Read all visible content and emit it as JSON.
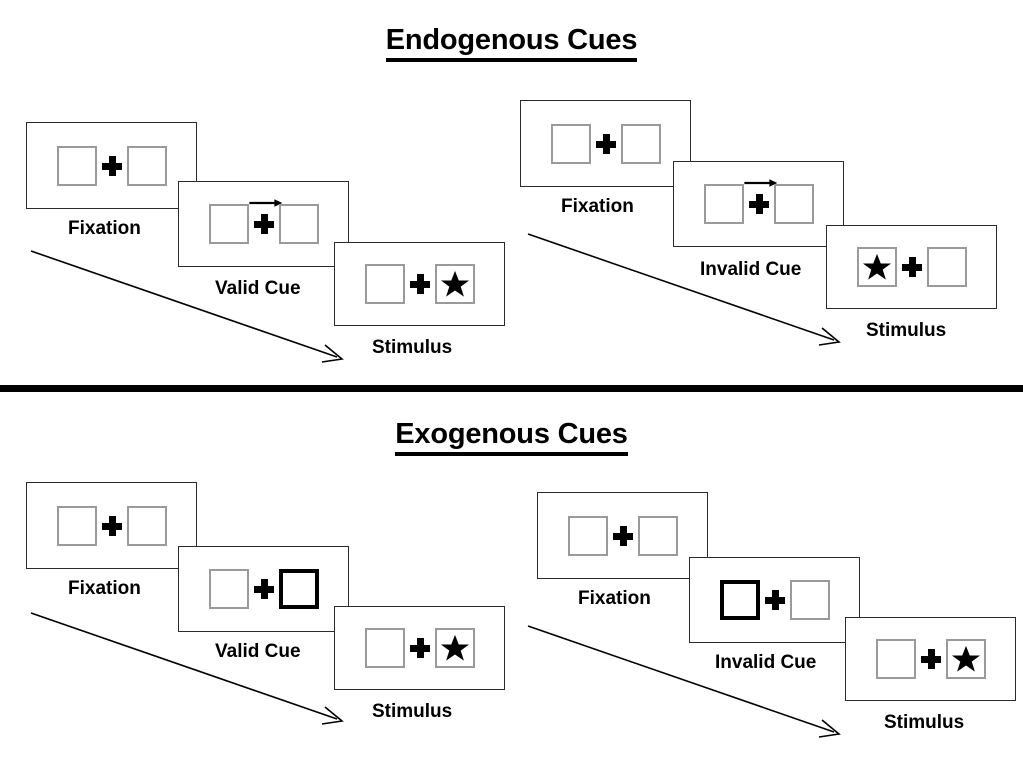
{
  "figure": {
    "title_top": "Endogenous Cues",
    "title_bottom": "Exogenous Cues"
  },
  "sections": [
    {
      "id": "endogenous",
      "title": "Endogenous Cues",
      "sequences": [
        {
          "id": "endogenous-valid",
          "panels": [
            {
              "caption": "Fixation",
              "left_box": "empty",
              "right_box": "empty",
              "cue": "none",
              "center": "plus"
            },
            {
              "caption": "Valid Cue",
              "left_box": "empty",
              "right_box": "empty",
              "cue": "arrow-right",
              "center": "plus"
            },
            {
              "caption": "Stimulus",
              "left_box": "empty",
              "right_box": "star",
              "cue": "none",
              "center": "plus"
            }
          ]
        },
        {
          "id": "endogenous-invalid",
          "panels": [
            {
              "caption": "Fixation",
              "left_box": "empty",
              "right_box": "empty",
              "cue": "none",
              "center": "plus"
            },
            {
              "caption": "Invalid Cue",
              "left_box": "empty",
              "right_box": "empty",
              "cue": "arrow-right",
              "center": "plus"
            },
            {
              "caption": "Stimulus",
              "left_box": "star",
              "right_box": "empty",
              "cue": "none",
              "center": "plus"
            }
          ]
        }
      ]
    },
    {
      "id": "exogenous",
      "title": "Exogenous Cues",
      "sequences": [
        {
          "id": "exogenous-valid",
          "panels": [
            {
              "caption": "Fixation",
              "left_box": "empty",
              "right_box": "empty",
              "cue": "none",
              "center": "plus"
            },
            {
              "caption": "Valid Cue",
              "left_box": "empty",
              "right_box": "highlight",
              "cue": "box-highlight-right",
              "center": "plus"
            },
            {
              "caption": "Stimulus",
              "left_box": "empty",
              "right_box": "star",
              "cue": "none",
              "center": "plus"
            }
          ]
        },
        {
          "id": "exogenous-invalid",
          "panels": [
            {
              "caption": "Fixation",
              "left_box": "empty",
              "right_box": "empty",
              "cue": "none",
              "center": "plus"
            },
            {
              "caption": "Invalid Cue",
              "left_box": "highlight",
              "right_box": "empty",
              "cue": "box-highlight-left",
              "center": "plus"
            },
            {
              "caption": "Stimulus",
              "left_box": "empty",
              "right_box": "star",
              "cue": "none",
              "center": "plus"
            }
          ]
        }
      ]
    }
  ],
  "labels": {
    "fixation": "Fixation",
    "valid_cue": "Valid Cue",
    "invalid_cue": "Invalid Cue",
    "stimulus": "Stimulus"
  },
  "icons": {
    "fixation_cross": "plus-icon",
    "arrow_cue": "arrow-right-icon",
    "stimulus_target": "star-icon",
    "flow": "diagonal-arrow-icon"
  },
  "colors": {
    "background": "#ffffff",
    "ink": "#000000",
    "frame_border": "#2b2b2b",
    "box_border": "#9a9a9a",
    "cue_border": "#000000"
  }
}
